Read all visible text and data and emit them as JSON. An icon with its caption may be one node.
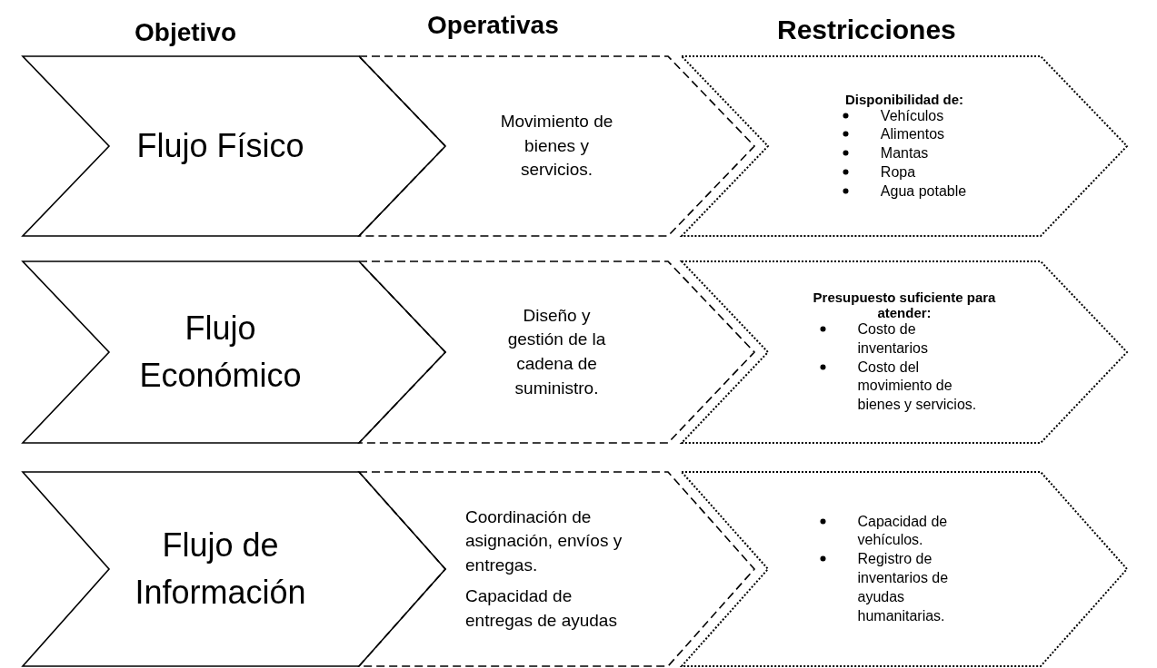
{
  "diagram": {
    "nodes": [
      {
        "text": [
          "Flujo Físico"
        ]
      },
      {
        "text": [
          "Movimiento de bienes y servicios."
        ]
      },
      {
        "text": [
          "Disponibilidad de:",
          "Vehículos",
          "Alimentos",
          "Mantas",
          "Ropa",
          "Agua potable"
        ]
      },
      {
        "text": [
          "Flujo Económico"
        ]
      },
      {
        "text": [
          "Diseño y gestión de la cadena de suministro."
        ]
      },
      {
        "text": [
          "Presupuesto suficiente para atender:",
          "Costo de inventarios",
          "Costo del movimiento de bienes y servicios."
        ]
      },
      {
        "text": [
          "Flujo de Información"
        ]
      },
      {
        "text": [
          "Coordinación de asignación, envíos y entregas.",
          "Capacidad de entregas de ayudas"
        ]
      },
      {
        "text": [
          "Capacidad de vehículos.",
          "Registro de inventarios de ayudas humanitarias."
        ]
      }
    ],
    "labels": [
      "Objetivo",
      "Operativas",
      "Restricciones"
    ]
  }
}
